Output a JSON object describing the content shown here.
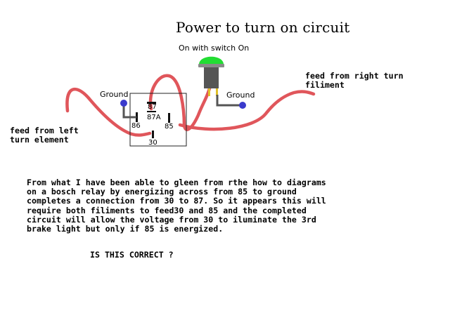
{
  "diagram": {
    "title": "Power to turn on circuit",
    "switch_label": "On with switch On",
    "right_feed_label": [
      "feed from right turn",
      "filiment"
    ],
    "left_feed_label": [
      "feed from left",
      "turn element"
    ],
    "ground_left": "Ground",
    "ground_right": "Ground",
    "relay_pins": {
      "p87": "87",
      "p87a": "87A",
      "p86": "86",
      "p85": "85",
      "p30": "30"
    },
    "colors": {
      "wire": "#e0565b",
      "ground_dot": "#3a3acc",
      "switch_light": "#22dd33",
      "switch_body": "#555555",
      "relay_box": "#222222"
    }
  },
  "paragraph": [
    "From what I have been able to gleen from rthe how to diagrams",
    "on a bosch relay by energizing across from 85 to ground",
    "completes a connection from 30 to 87. So it appears this will",
    "require both filiments to feed30 and 85 and the completed",
    "circuit will allow the voltage from 30 to iluminate the 3rd",
    "brake light but only if 85 is energized."
  ],
  "question": "IS THIS CORRECT ?"
}
